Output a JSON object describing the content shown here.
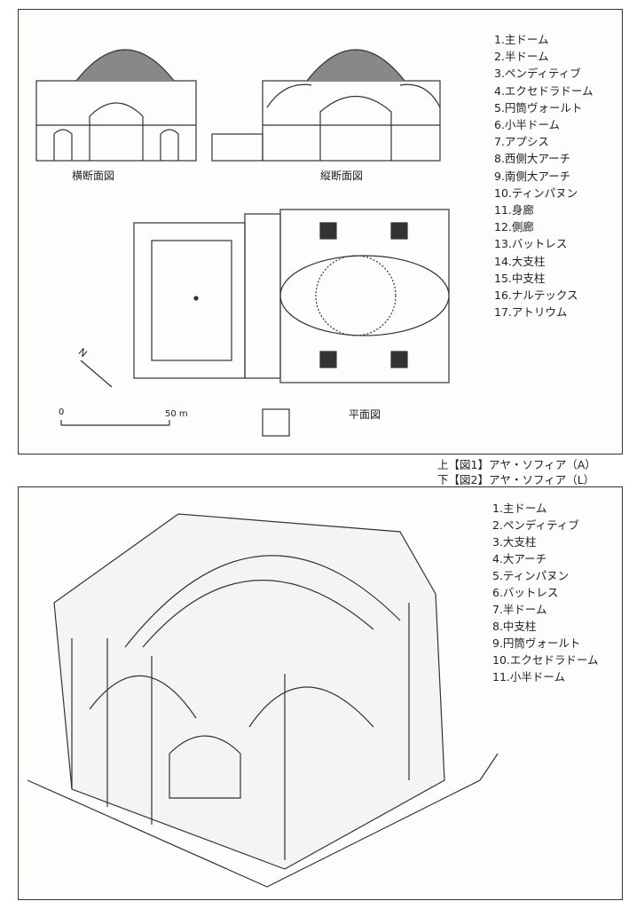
{
  "figure1": {
    "cross_section_label": "横断面図",
    "long_section_label": "縦断面図",
    "plan_label": "平面図",
    "scale_start": "0",
    "scale_end": "50 m",
    "north": "N",
    "legend": [
      "1.主ドーム",
      "2.半ドーム",
      "3.ペンディティブ",
      "4.エクセドラドーム",
      "5.円筒ヴォールト",
      "6.小半ドーム",
      "7.アプシス",
      "8.西側大アーチ",
      "9.南側大アーチ",
      "10.ティンパヌン",
      "11.身廊",
      "12.側廊",
      "13.バットレス",
      "14.大支柱",
      "15.中支柱",
      "16.ナルテックス",
      "17.アトリウム"
    ]
  },
  "captions": [
    "上【図1】アヤ・ソフィア（A）",
    "下【図2】アヤ・ソフィア（L）"
  ],
  "figure2": {
    "legend": [
      "1.主ドーム",
      "2.ペンディティブ",
      "3.大支柱",
      "4.大アーチ",
      "5.ティンパヌン",
      "6.バットレス",
      "7.半ドーム",
      "8.中支柱",
      "9.円筒ヴォールト",
      "10.エクセドラドーム",
      "11.小半ドーム"
    ]
  }
}
